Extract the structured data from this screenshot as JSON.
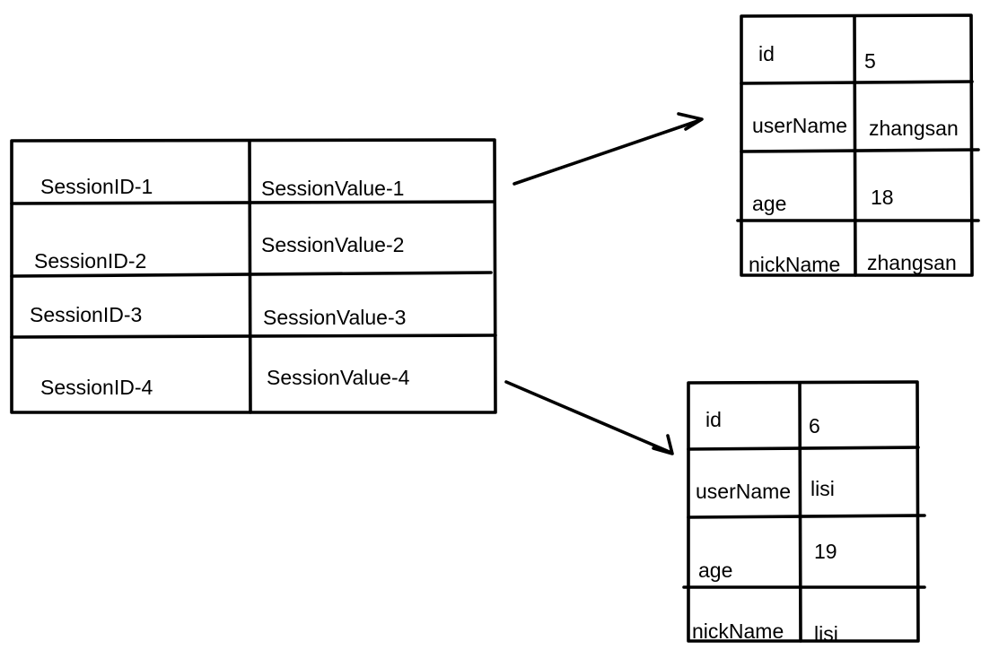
{
  "session_table": {
    "rows": [
      {
        "id": "SessionID-1",
        "value": "SessionValue-1"
      },
      {
        "id": "SessionID-2",
        "value": "SessionValue-2"
      },
      {
        "id": "SessionID-3",
        "value": "SessionValue-3"
      },
      {
        "id": "SessionID-4",
        "value": "SessionValue-4"
      }
    ]
  },
  "user_tables": [
    {
      "rows": [
        {
          "field": "id",
          "value": "5"
        },
        {
          "field": "userName",
          "value": "zhangsan"
        },
        {
          "field": "age",
          "value": "18"
        },
        {
          "field": "nickName",
          "value": "zhangsan"
        }
      ]
    },
    {
      "rows": [
        {
          "field": "id",
          "value": "6"
        },
        {
          "field": "userName",
          "value": "lisi"
        },
        {
          "field": "age",
          "value": "19"
        },
        {
          "field": "nickName",
          "value": "lisi"
        }
      ]
    }
  ]
}
